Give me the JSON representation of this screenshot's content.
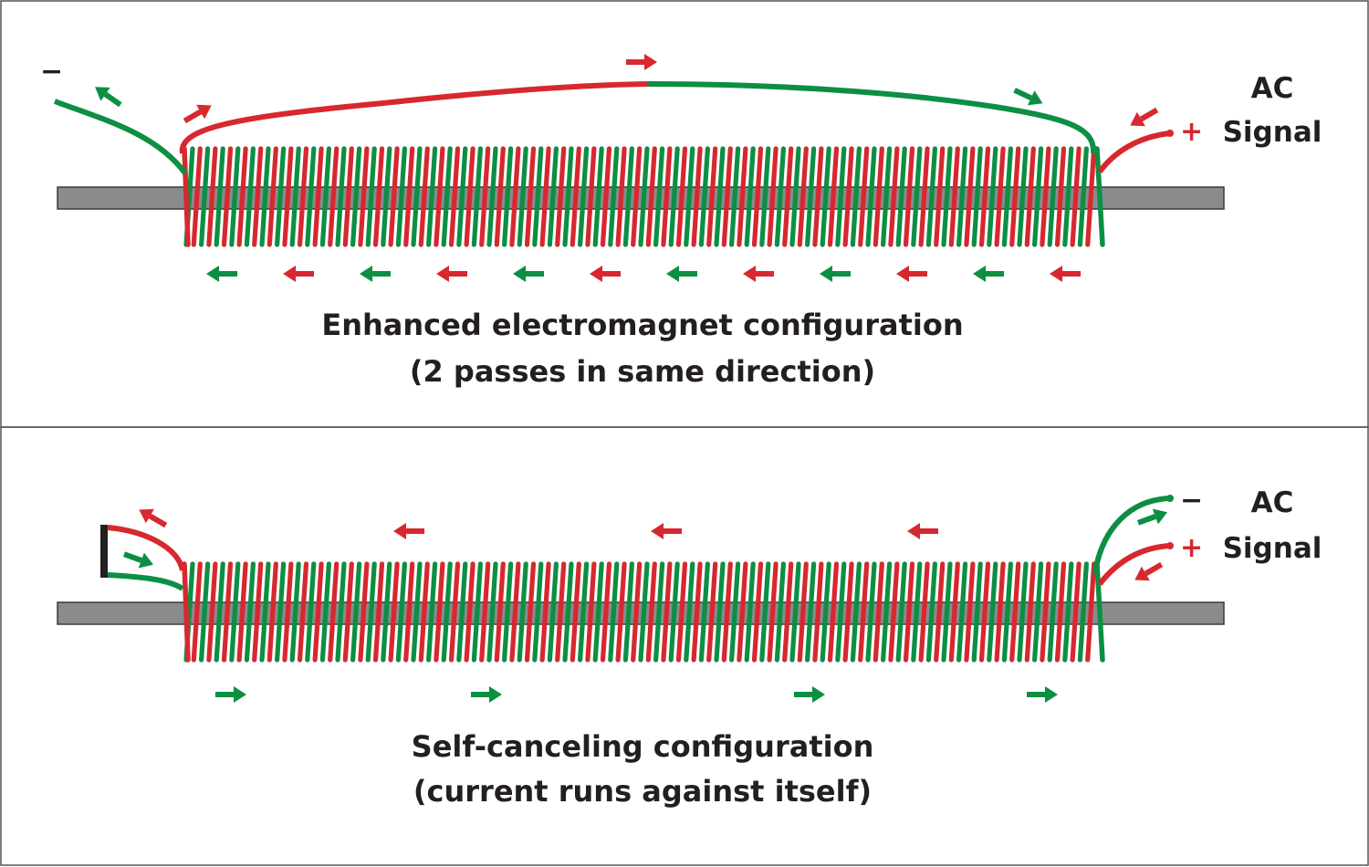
{
  "colors": {
    "red": "#d7282f",
    "green": "#0c8f43",
    "core": "#8a8b8d",
    "text": "#231f20",
    "border": "#555555"
  },
  "panels": [
    {
      "id": "enhanced",
      "caption_line1": "Enhanced electromagnet configuration",
      "caption_line2": "(2 passes in same direction)",
      "ac_line1": "AC",
      "ac_line2": "Signal",
      "plus": "+",
      "minus": "−",
      "bottom_arrows": {
        "direction": "left",
        "count": 12,
        "colors": "alternating green/red"
      },
      "top_arrows": [
        {
          "color": "red",
          "direction": "up-right"
        },
        {
          "color": "red",
          "direction": "right"
        },
        {
          "color": "green",
          "direction": "down-right"
        },
        {
          "color": "green",
          "direction": "up-left"
        },
        {
          "color": "red",
          "direction": "down-left"
        }
      ]
    },
    {
      "id": "self-canceling",
      "caption_line1": "Self-canceling configuration",
      "caption_line2": "(current runs against itself)",
      "ac_line1": "AC",
      "ac_line2": "Signal",
      "plus": "+",
      "minus": "−",
      "top_arrows": {
        "direction": "left",
        "count": 3,
        "color": "red"
      },
      "bottom_arrows": {
        "direction": "right",
        "count": 4,
        "color": "green"
      }
    }
  ]
}
